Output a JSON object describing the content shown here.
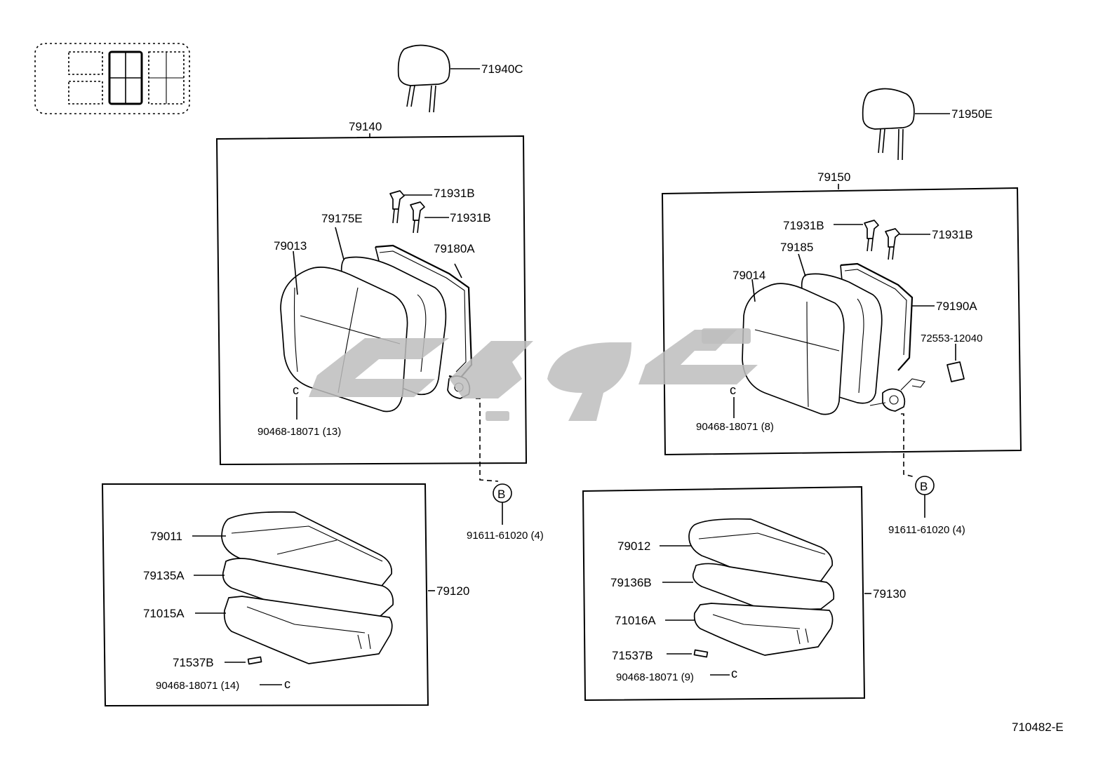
{
  "diagram_id": "710482-E",
  "locator": {
    "cells": 6,
    "highlighted_cell": "center-column"
  },
  "front_seat_left": {
    "headrest": "71940C",
    "back_assembly": "79140",
    "back_cover": "79013",
    "back_pad": "79175E",
    "back_frame": "79180A",
    "lock_pins": [
      "71931B",
      "71931B"
    ],
    "hog_ring": "90468-18071 (13)",
    "bolt_ref": "B",
    "bolt": "91611-61020 (4)",
    "cushion_assembly": "79120",
    "cushion_cover": "79011",
    "cushion_pad": "79135A",
    "cushion_frame": "71015A",
    "clip": "71537B",
    "cushion_hog_ring": "90468-18071 (14)"
  },
  "front_seat_right": {
    "headrest": "71950E",
    "back_assembly": "79150",
    "back_cover": "79014",
    "back_pad": "79185",
    "back_frame": "79190A",
    "lock_pins": [
      "71931B",
      "71931B"
    ],
    "knob": "72553-12040",
    "hog_ring": "90468-18071 (8)",
    "bolt_ref": "B",
    "bolt": "91611-61020 (4)",
    "cushion_assembly": "79130",
    "cushion_cover": "79012",
    "cushion_pad": "79136B",
    "cushion_frame": "71016A",
    "clip": "71537B",
    "cushion_hog_ring": "90468-18071 (9)"
  },
  "icons": {
    "headrest": "headrest-icon",
    "hog_ring": "hog-ring-icon",
    "bolt": "bolt-icon"
  }
}
